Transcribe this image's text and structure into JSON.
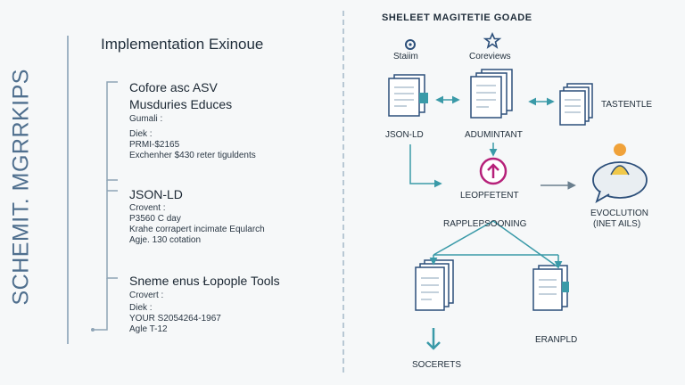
{
  "left": {
    "vertical_title": "SCHEMIT. MGRRKIPS",
    "title": "Implementation Exinoue",
    "sections": [
      {
        "heading": "Cofore asc ASV",
        "subheading": "Musduries Educes",
        "lines": [
          "Gumali :",
          "Diek :",
          "PRMI-$2165",
          "Exchenher $430 reter tiguldents"
        ]
      },
      {
        "heading": "JSON-LD",
        "lines": [
          "Crovent :",
          "P3560 C day",
          "Krahe corrapert incimate Eqularch",
          "Agje. 130 cotation"
        ]
      },
      {
        "heading": "Sneme enus Łopople Tools",
        "lines": [
          "Crovert :",
          "Diek :",
          "YOUR S2054264-1967",
          "Agle T-12"
        ]
      }
    ]
  },
  "right": {
    "title": "SHELEET MAGITETIE GOADE",
    "nodes": {
      "staim": "Staiim",
      "coreviews": "Coreviews",
      "jsonld": "JSON-LD",
      "adumintant": "ADUMINTANT",
      "tastentle": "TASTENTLE",
      "loopfetent": "LEOPFETENT",
      "rapplepsoning": "RAPPLEPSOONING",
      "evolution_1": "EVOCLUTION",
      "evolution_2": "(INET AILS)",
      "socerets": "SOCERETS",
      "eranpld": "ERANPLD"
    },
    "colors": {
      "teal": "#3a9aa8",
      "magenta": "#b6217a",
      "navy": "#2c4f7a",
      "orange": "#f0a23a"
    }
  }
}
